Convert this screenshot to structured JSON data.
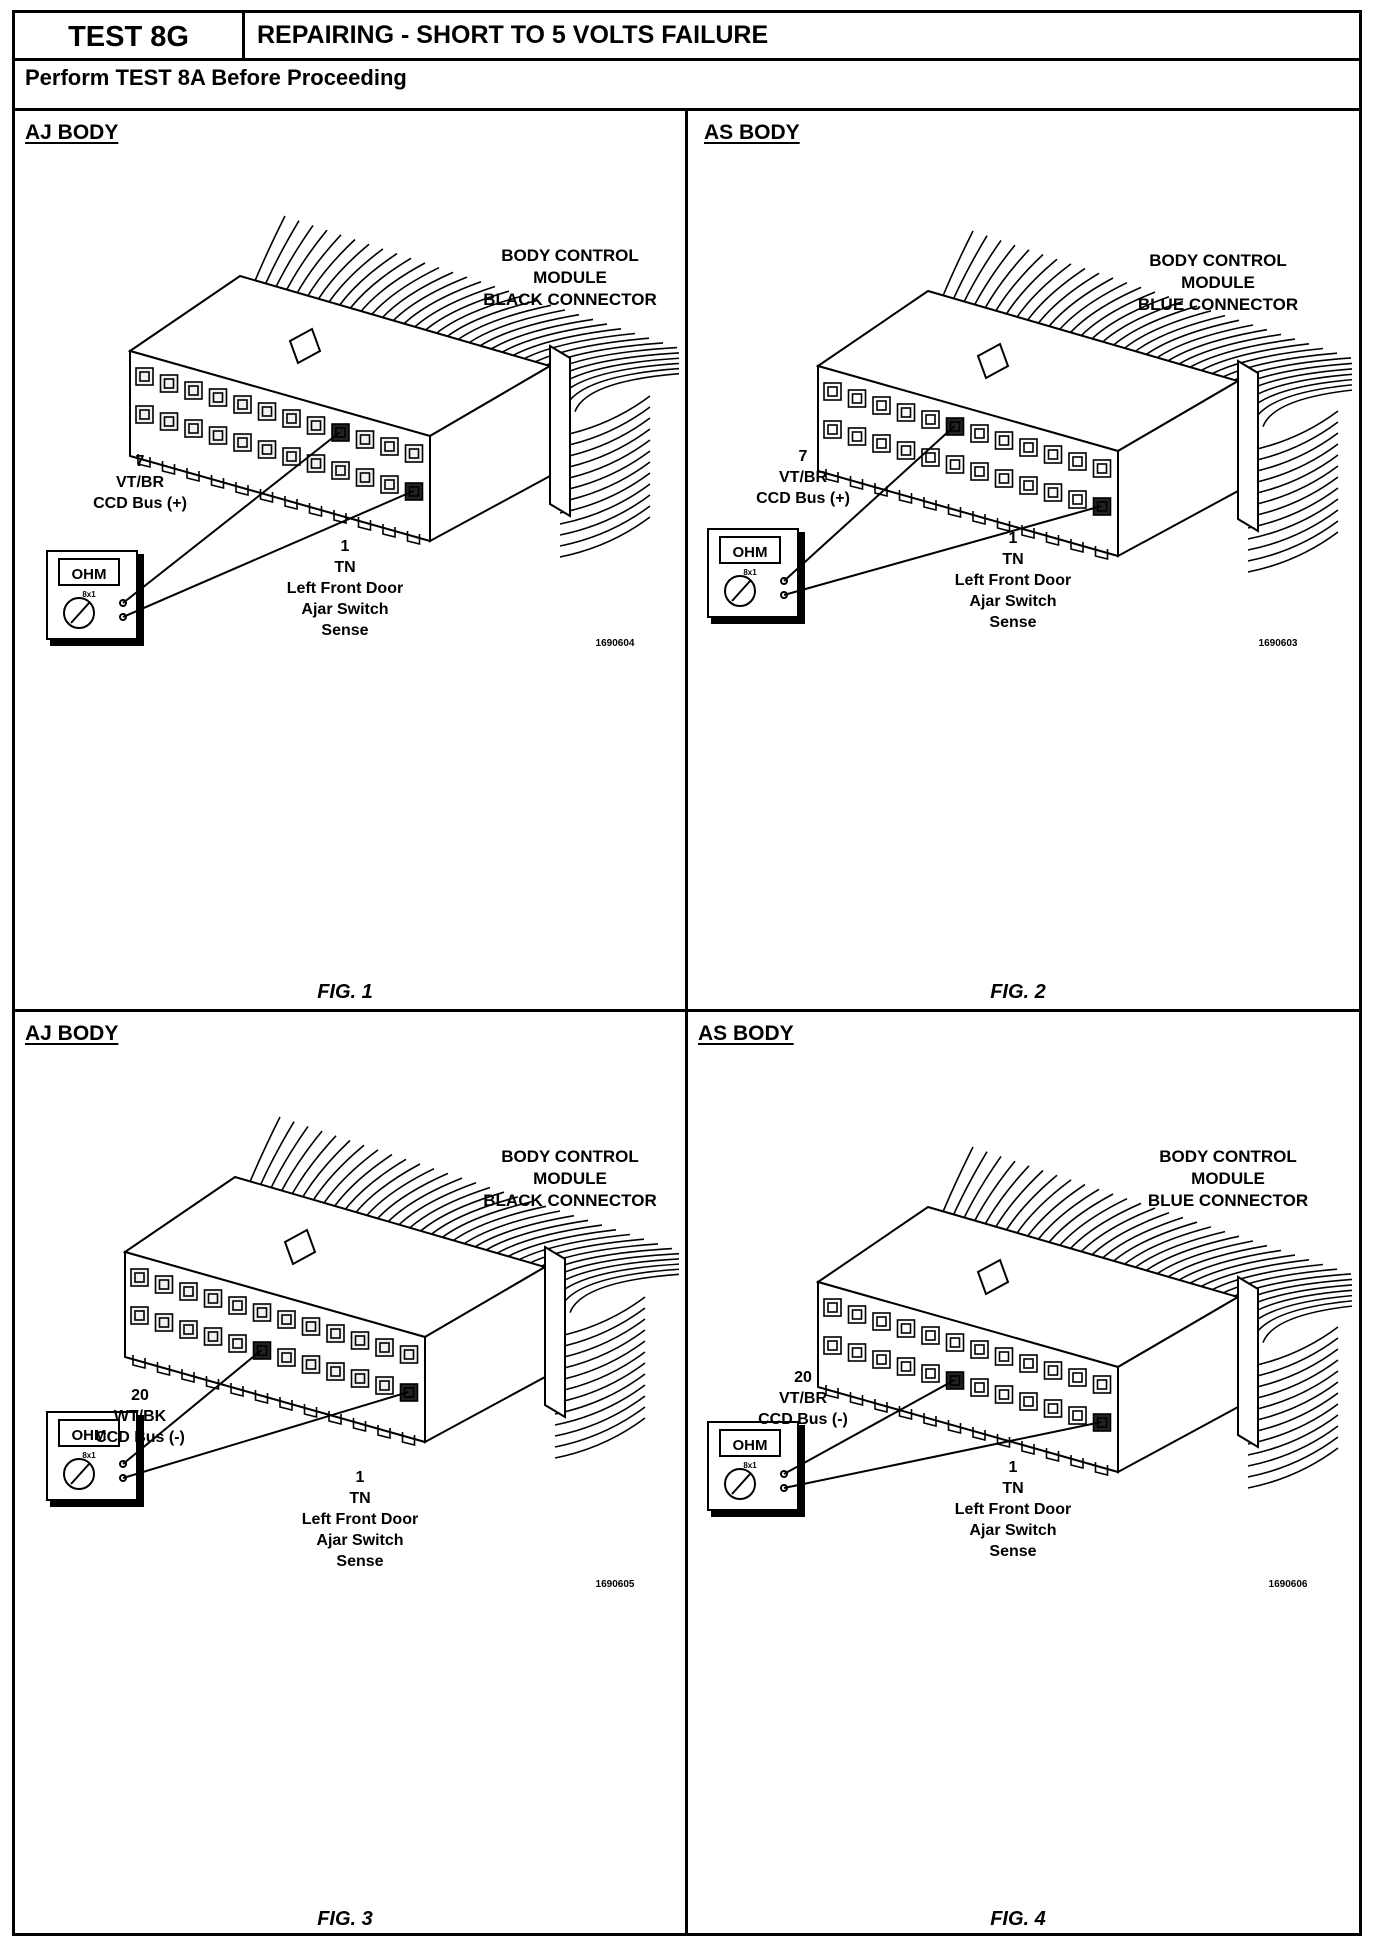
{
  "header": {
    "test_id": "TEST 8G",
    "title": "REPAIRING - SHORT TO 5 VOLTS FAILURE",
    "prerequisite": "Perform TEST 8A Before Proceeding"
  },
  "figures": [
    {
      "body": "AJ BODY",
      "module_lines": [
        "BODY CONTROL",
        "MODULE",
        "BLACK CONNECTOR"
      ],
      "probe1_lines": [
        "7",
        "VT/BR",
        "CCD Bus (+)"
      ],
      "probe2_lines": [
        "1",
        "TN",
        "Left Front Door",
        "Ajar Switch",
        "Sense"
      ],
      "meter_display": "OHM",
      "meter_range": "8x1",
      "part_number": "1690604",
      "fig_label": "FIG. 1"
    },
    {
      "body": "AS BODY",
      "module_lines": [
        "BODY CONTROL",
        "MODULE",
        "BLUE CONNECTOR"
      ],
      "probe1_lines": [
        "7",
        "VT/BR",
        "CCD Bus (+)"
      ],
      "probe2_lines": [
        "1",
        "TN",
        "Left Front Door",
        "Ajar Switch",
        "Sense"
      ],
      "meter_display": "OHM",
      "meter_range": "8x1",
      "part_number": "1690603",
      "fig_label": "FIG. 2"
    },
    {
      "body": "AJ BODY",
      "module_lines": [
        "BODY CONTROL",
        "MODULE",
        "BLACK CONNECTOR"
      ],
      "probe1_lines": [
        "20",
        "WT/BK",
        "CCD Bus (-)"
      ],
      "probe2_lines": [
        "1",
        "TN",
        "Left Front Door",
        "Ajar Switch",
        "Sense"
      ],
      "meter_display": "OHM",
      "meter_range": "8x1",
      "part_number": "1690605",
      "fig_label": "FIG. 3"
    },
    {
      "body": "AS BODY",
      "module_lines": [
        "BODY CONTROL",
        "MODULE",
        "BLUE CONNECTOR"
      ],
      "probe1_lines": [
        "20",
        "VT/BR",
        "CCD Bus (-)"
      ],
      "probe2_lines": [
        "1",
        "TN",
        "Left Front Door",
        "Ajar Switch",
        "Sense"
      ],
      "meter_display": "OHM",
      "meter_range": "8x1",
      "part_number": "1690606",
      "fig_label": "FIG. 4"
    }
  ]
}
